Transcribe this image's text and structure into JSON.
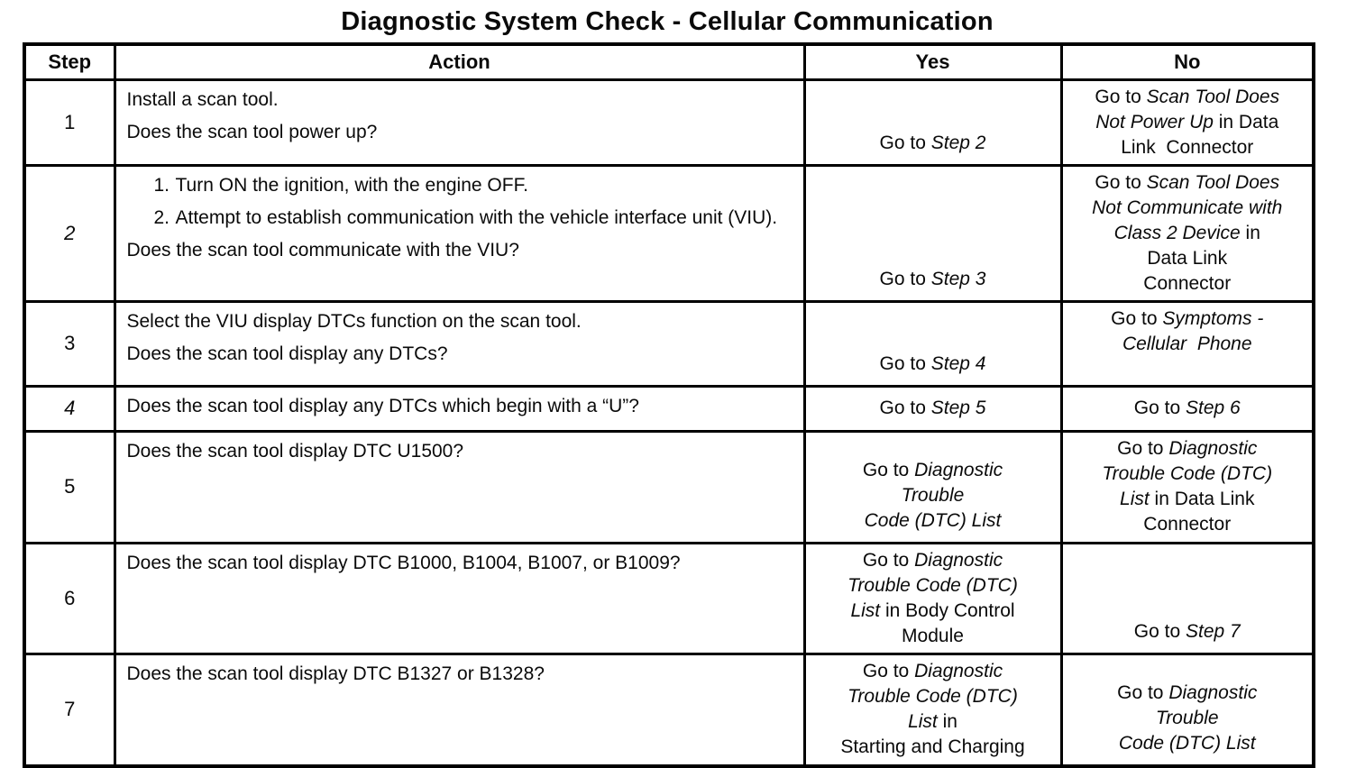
{
  "title": "Diagnostic System Check - Cellular Communication",
  "colors": {
    "ink": "#000000",
    "paper": "#ffffff"
  },
  "table": {
    "headers": [
      "Step",
      "Action",
      "Yes",
      "No"
    ],
    "rows": [
      {
        "step": "1",
        "step_italic": false,
        "action": [
          {
            "text": "Install a scan tool."
          },
          {
            "text": "Does the scan tool power up?"
          }
        ],
        "yes": {
          "valign": "bottom",
          "lines": [
            [
              {
                "t": "Go to ",
                "i": false
              },
              {
                "t": "Step 2",
                "i": true
              }
            ]
          ]
        },
        "no": {
          "valign": "top",
          "lines": [
            [
              {
                "t": "Go to ",
                "i": false
              },
              {
                "t": "Scan Tool Does",
                "i": true
              }
            ],
            [
              {
                "t": "Not Power Up",
                "i": true
              },
              {
                "t": " in Data",
                "i": false
              }
            ],
            [
              {
                "t": "Link  Connector",
                "i": false
              }
            ]
          ]
        }
      },
      {
        "step": "2",
        "step_italic": true,
        "action": [
          {
            "num": "1.",
            "text": "Turn ON the ignition, with the engine OFF."
          },
          {
            "num": "2.",
            "text": "Attempt to establish communication with the vehicle interface unit (VIU)."
          },
          {
            "text": "Does the scan tool communicate with the VIU?"
          }
        ],
        "yes": {
          "valign": "bottom",
          "lines": [
            [
              {
                "t": "Go to ",
                "i": false
              },
              {
                "t": "Step 3",
                "i": true
              }
            ]
          ]
        },
        "no": {
          "valign": "top",
          "lines": [
            [
              {
                "t": "Go to ",
                "i": false
              },
              {
                "t": "Scan Tool Does",
                "i": true
              }
            ],
            [
              {
                "t": "Not Communicate with",
                "i": true
              }
            ],
            [
              {
                "t": "Class 2 Device",
                "i": true
              },
              {
                "t": " in",
                "i": false
              }
            ],
            [
              {
                "t": "Data Link",
                "i": false
              }
            ],
            [
              {
                "t": "Connector",
                "i": false
              }
            ]
          ]
        }
      },
      {
        "step": "3",
        "step_italic": false,
        "action": [
          {
            "text": "Select the VIU display DTCs function on the scan tool."
          },
          {
            "text": "Does the scan tool display any DTCs?"
          }
        ],
        "yes": {
          "valign": "bottom",
          "lines": [
            [
              {
                "t": "Go to ",
                "i": false
              },
              {
                "t": "Step 4",
                "i": true
              }
            ]
          ]
        },
        "no": {
          "valign": "top",
          "lines": [
            [
              {
                "t": "Go to ",
                "i": false
              },
              {
                "t": "Symptoms -",
                "i": true
              }
            ],
            [
              {
                "t": "Cellular  Phone",
                "i": true
              }
            ]
          ]
        }
      },
      {
        "step": "4",
        "step_italic": true,
        "action": [
          {
            "text": "Does the scan tool display any DTCs which begin with a “U”?"
          }
        ],
        "yes": {
          "valign": "middle",
          "lines": [
            [
              {
                "t": "Go to ",
                "i": false
              },
              {
                "t": "Step 5",
                "i": true
              }
            ]
          ]
        },
        "no": {
          "valign": "middle",
          "lines": [
            [
              {
                "t": "Go to ",
                "i": false
              },
              {
                "t": "Step 6",
                "i": true
              }
            ]
          ]
        }
      },
      {
        "step": "5",
        "step_italic": false,
        "action": [
          {
            "text": "Does the scan tool display DTC U1500?"
          }
        ],
        "yes": {
          "valign": "bottom",
          "lines": [
            [
              {
                "t": "Go to ",
                "i": false
              },
              {
                "t": "Diagnostic",
                "i": true
              }
            ],
            [
              {
                "t": "Trouble",
                "i": true
              }
            ],
            [
              {
                "t": "Code (DTC) List",
                "i": true
              }
            ]
          ]
        },
        "no": {
          "valign": "top",
          "lines": [
            [
              {
                "t": "Go to ",
                "i": false
              },
              {
                "t": "Diagnostic",
                "i": true
              }
            ],
            [
              {
                "t": "Trouble Code (DTC)",
                "i": true
              }
            ],
            [
              {
                "t": "List",
                "i": true
              },
              {
                "t": " in Data Link",
                "i": false
              }
            ],
            [
              {
                "t": "Connector",
                "i": false
              }
            ]
          ]
        }
      },
      {
        "step": "6",
        "step_italic": false,
        "action": [
          {
            "text": "Does the scan tool display DTC B1000, B1004, B1007, or B1009?"
          }
        ],
        "yes": {
          "valign": "top",
          "lines": [
            [
              {
                "t": "Go to ",
                "i": false
              },
              {
                "t": "Diagnostic",
                "i": true
              }
            ],
            [
              {
                "t": "Trouble Code (DTC)",
                "i": true
              }
            ],
            [
              {
                "t": "List",
                "i": true
              },
              {
                "t": " in Body Control",
                "i": false
              }
            ],
            [
              {
                "t": "Module",
                "i": false
              }
            ]
          ]
        },
        "no": {
          "valign": "bottom",
          "lines": [
            [
              {
                "t": "Go to ",
                "i": false
              },
              {
                "t": "Step 7",
                "i": true
              }
            ]
          ]
        }
      },
      {
        "step": "7",
        "step_italic": false,
        "action": [
          {
            "text": "Does the scan tool display DTC B1327 or B1328?"
          }
        ],
        "yes": {
          "valign": "top",
          "lines": [
            [
              {
                "t": "Go to ",
                "i": false
              },
              {
                "t": "Diagnostic",
                "i": true
              }
            ],
            [
              {
                "t": "Trouble Code (DTC)",
                "i": true
              }
            ],
            [
              {
                "t": "List",
                "i": true
              },
              {
                "t": " in",
                "i": false
              }
            ],
            [
              {
                "t": "Starting and Charging",
                "i": false
              }
            ]
          ]
        },
        "no": {
          "valign": "bottom",
          "lines": [
            [
              {
                "t": "Go to ",
                "i": false
              },
              {
                "t": "Diagnostic",
                "i": true
              }
            ],
            [
              {
                "t": "Trouble",
                "i": true
              }
            ],
            [
              {
                "t": "Code (DTC) List",
                "i": true
              }
            ]
          ]
        }
      }
    ]
  }
}
